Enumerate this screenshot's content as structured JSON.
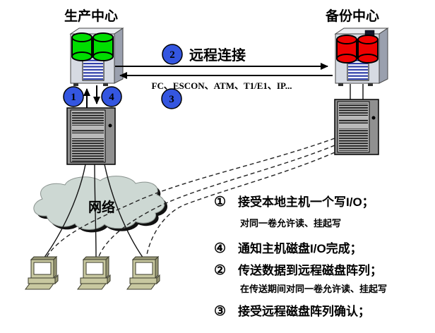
{
  "production": {
    "title": "生产中心"
  },
  "backup": {
    "title": "备份中心"
  },
  "badges": {
    "n1": "1",
    "n2": "2",
    "n3": "3",
    "n4": "4"
  },
  "link": {
    "label": "远程连接",
    "protocols": "FC、ESCON、ATM、T1/E1、IP..."
  },
  "network": {
    "label": "网络"
  },
  "steps": [
    {
      "num": "①",
      "text": "接受本地主机一个写I/O；",
      "note": "对同一卷允许读、挂起写"
    },
    {
      "num": "④",
      "text": "通知主机磁盘I/O完成；"
    },
    {
      "num": "②",
      "text": "传送数据到远程磁盘阵列；",
      "note": "在传送期间对同一卷允许读、挂起写"
    },
    {
      "num": "③",
      "text": "接受远程磁盘阵列确认；"
    }
  ],
  "colors": {
    "badge_blue": "#3456E0",
    "disk_green": "#00DD00",
    "disk_red": "#EE0000",
    "cloud": "#CDD8D3",
    "cabinet": "#D6DAE2",
    "server_grey": "#909090"
  }
}
